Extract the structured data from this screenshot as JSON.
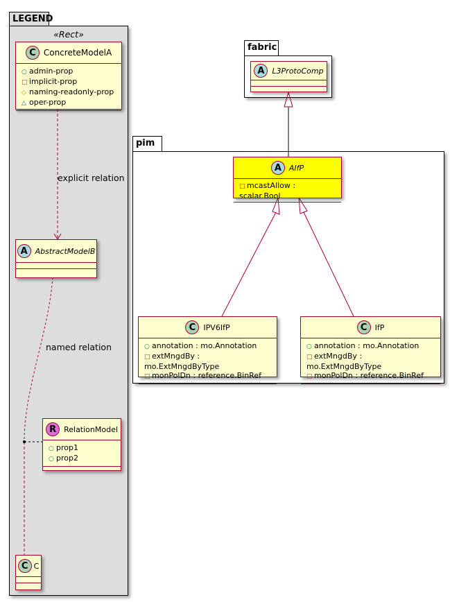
{
  "legend": {
    "title": "LEGEND",
    "stereotype": "«Rect»",
    "concrete": {
      "spot": "C",
      "name": "ConcreteModelA",
      "attrs": [
        {
          "vis": "○",
          "color": "#038048",
          "text": "admin-prop"
        },
        {
          "vis": "□",
          "color": "#c82930",
          "text": "implicit-prop"
        },
        {
          "vis": "◇",
          "color": "#b38d22",
          "text": "naming-readonly-prop"
        },
        {
          "vis": "△",
          "color": "#1963a0",
          "text": "oper-prop"
        }
      ]
    },
    "explicit_label": "explicit relation",
    "abstract": {
      "spot": "A",
      "name": "AbstractModelB"
    },
    "named_label": "named relation",
    "relation": {
      "spot": "R",
      "name": "RelationModel",
      "attrs": [
        {
          "vis": "○",
          "color": "#038048",
          "text": "prop1"
        },
        {
          "vis": "○",
          "color": "#038048",
          "text": "prop2"
        }
      ]
    },
    "c": {
      "spot": "C",
      "name": "C"
    }
  },
  "fabric": {
    "title": "fabric",
    "cls": {
      "spot": "A",
      "name": "L3ProtoComp"
    }
  },
  "pim": {
    "title": "pim",
    "aifp": {
      "spot": "A",
      "name": "AIfP",
      "attrs": [
        {
          "vis": "□",
          "color": "#c82930",
          "text": "mcastAllow : scalar.Bool"
        }
      ]
    },
    "ipv6ifp": {
      "spot": "C",
      "name": "IPV6IfP",
      "attrs": [
        {
          "vis": "○",
          "color": "#038048",
          "text": "annotation : mo.Annotation"
        },
        {
          "vis": "□",
          "color": "#c82930",
          "text": "extMngdBy : mo.ExtMngdByType"
        },
        {
          "vis": "□",
          "color": "#c82930",
          "text": "monPolDn : reference.BinRef"
        }
      ]
    },
    "ifp": {
      "spot": "C",
      "name": "IfP",
      "attrs": [
        {
          "vis": "○",
          "color": "#038048",
          "text": "annotation : mo.Annotation"
        },
        {
          "vis": "□",
          "color": "#c82930",
          "text": "extMngdBy : mo.ExtMngdByType"
        },
        {
          "vis": "□",
          "color": "#c82930",
          "text": "monPolDn : reference.BinRef"
        }
      ]
    }
  },
  "colors": {
    "class_bg": "#fefece",
    "border": "#a80036",
    "highlight": "#ffff00",
    "package_bg": "#dddddd",
    "spot_c": "#add1b2",
    "spot_a": "#a9dcdf",
    "spot_r": "#da70d6"
  }
}
